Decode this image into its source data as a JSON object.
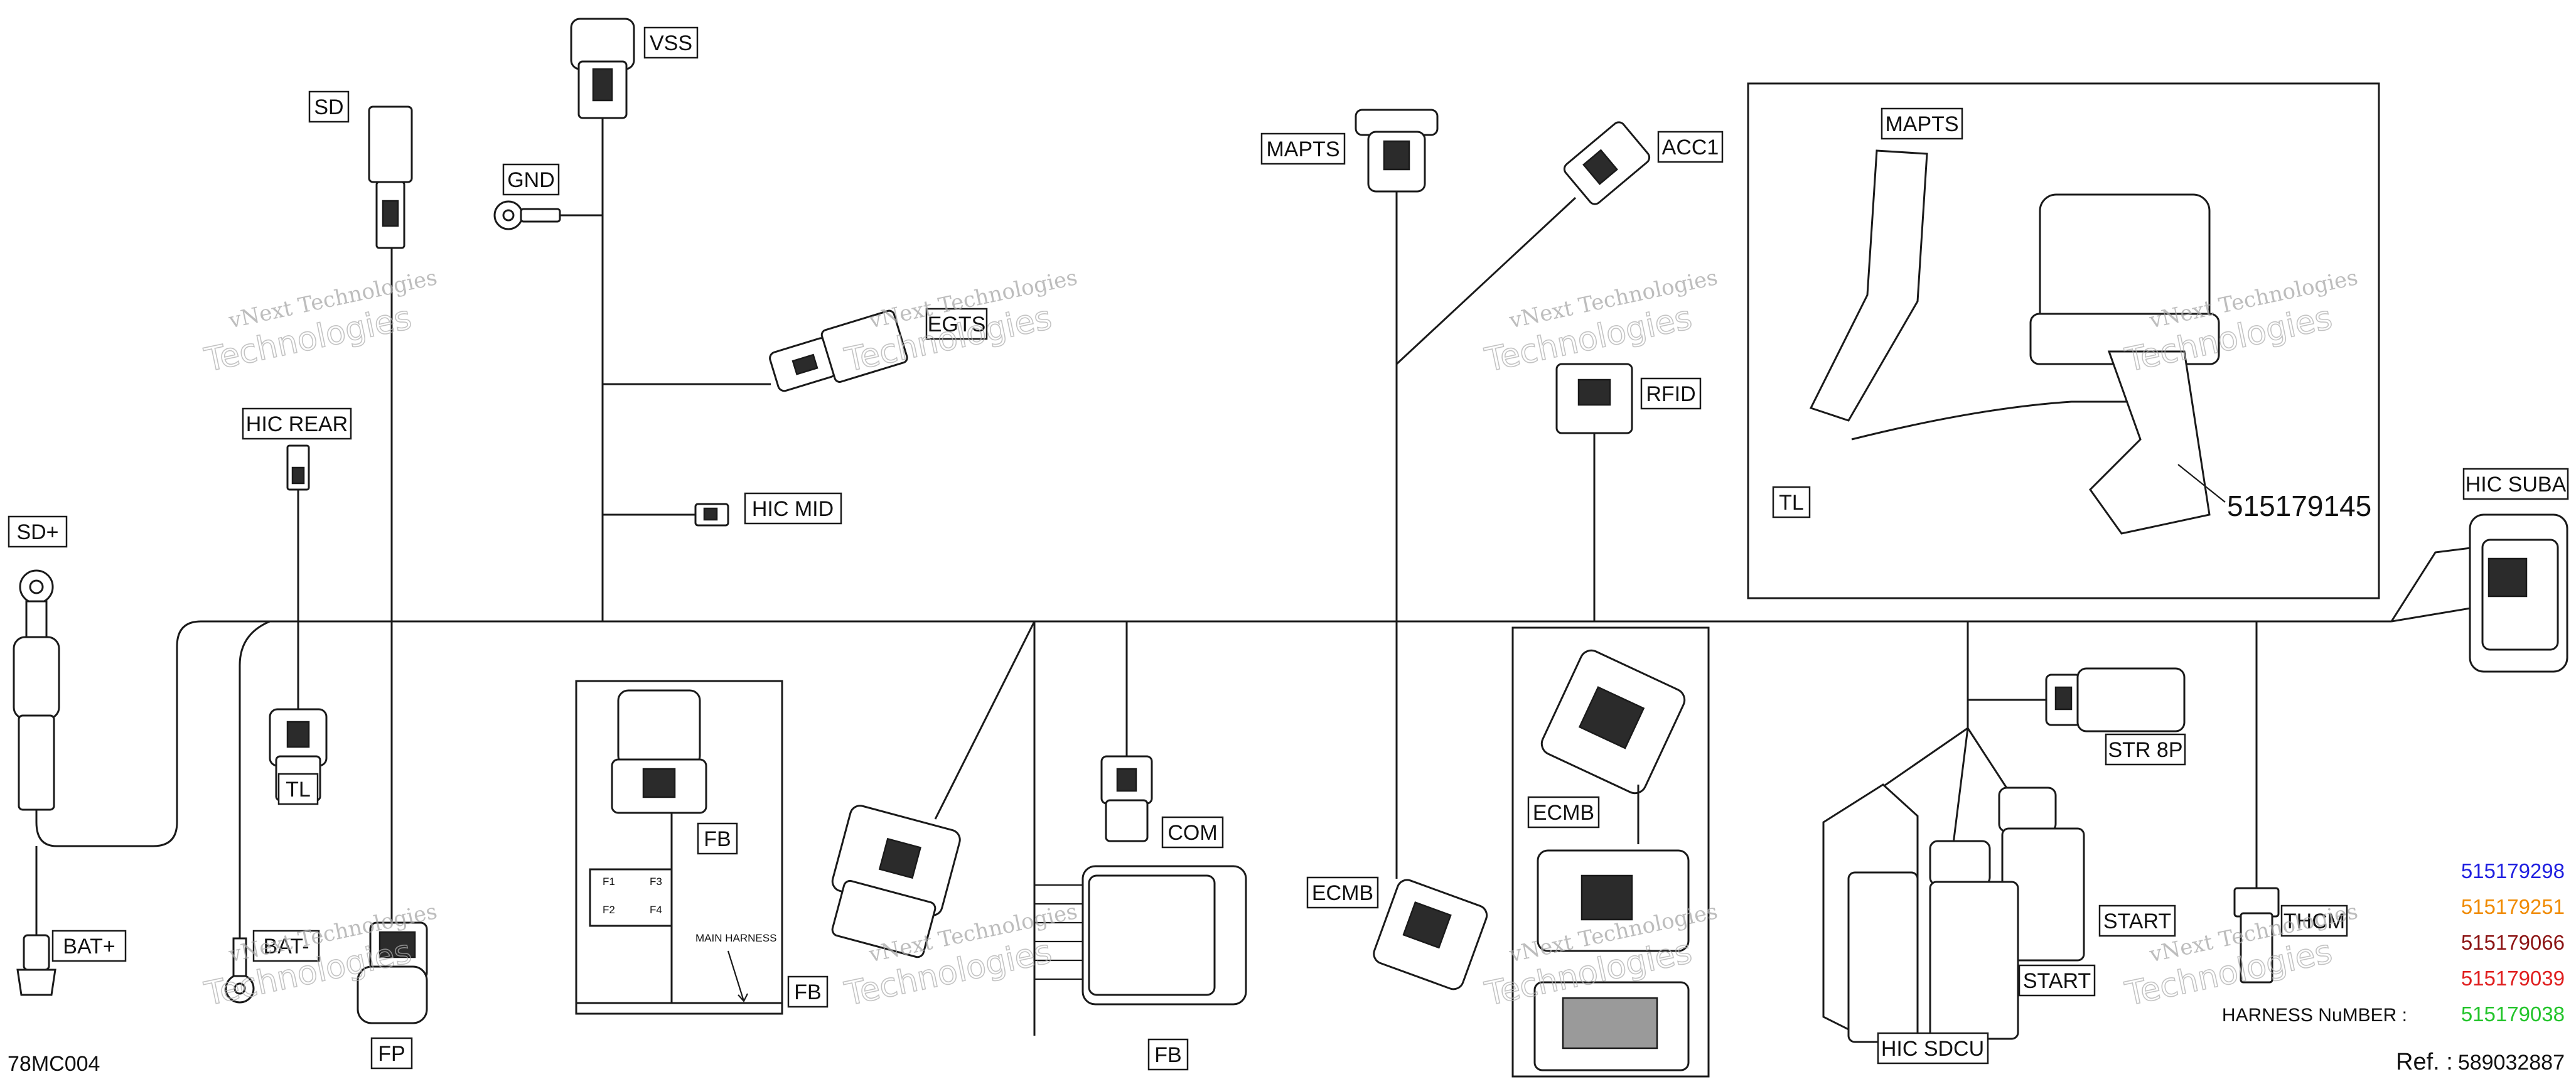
{
  "diagram_code": "78MC004",
  "reference": {
    "label": "Ref. :",
    "value": "589032887"
  },
  "harness_number_label": "HARNESS NuMBER :",
  "harness_numbers": [
    {
      "value": "515179298",
      "color": "#1f1fe0"
    },
    {
      "value": "515179251",
      "color": "#f08a00"
    },
    {
      "value": "515179066",
      "color": "#8c1414"
    },
    {
      "value": "515179039",
      "color": "#e01e1e"
    },
    {
      "value": "515179038",
      "color": "#22c42a"
    }
  ],
  "watermark": {
    "name": "vNext Technologies",
    "sub": "Technologies"
  },
  "labels": {
    "vss": "VSS",
    "sd": "SD",
    "gnd": "GND",
    "egts": "EGTS",
    "hic_rear": "HIC REAR",
    "hic_mid": "HIC MID",
    "sd_plus": "SD+",
    "bat_plus": "BAT+",
    "bat_minus": "BAT-",
    "tl": "TL",
    "fp": "FP",
    "fb_inner": "FB",
    "fb_box": "FB",
    "com": "COM",
    "fb_bottom": "FB",
    "mapts": "MAPTS",
    "acc1": "ACC1",
    "rfid": "RFID",
    "ecmb_left": "ECMB",
    "ecmb_inner": "ECMB",
    "hic_suba": "HIC SUBA",
    "str8p": "STR 8P",
    "start_a": "START",
    "start_b": "START",
    "hic_sdcu": "HIC SDCU",
    "thcm": "THCM",
    "inset_mapts": "MAPTS",
    "inset_tl": "TL"
  },
  "part_number": "515179145",
  "fuse_box": {
    "fuses": [
      "F1",
      "F3",
      "F2",
      "F4"
    ],
    "note": "MAIN HARNESS"
  }
}
